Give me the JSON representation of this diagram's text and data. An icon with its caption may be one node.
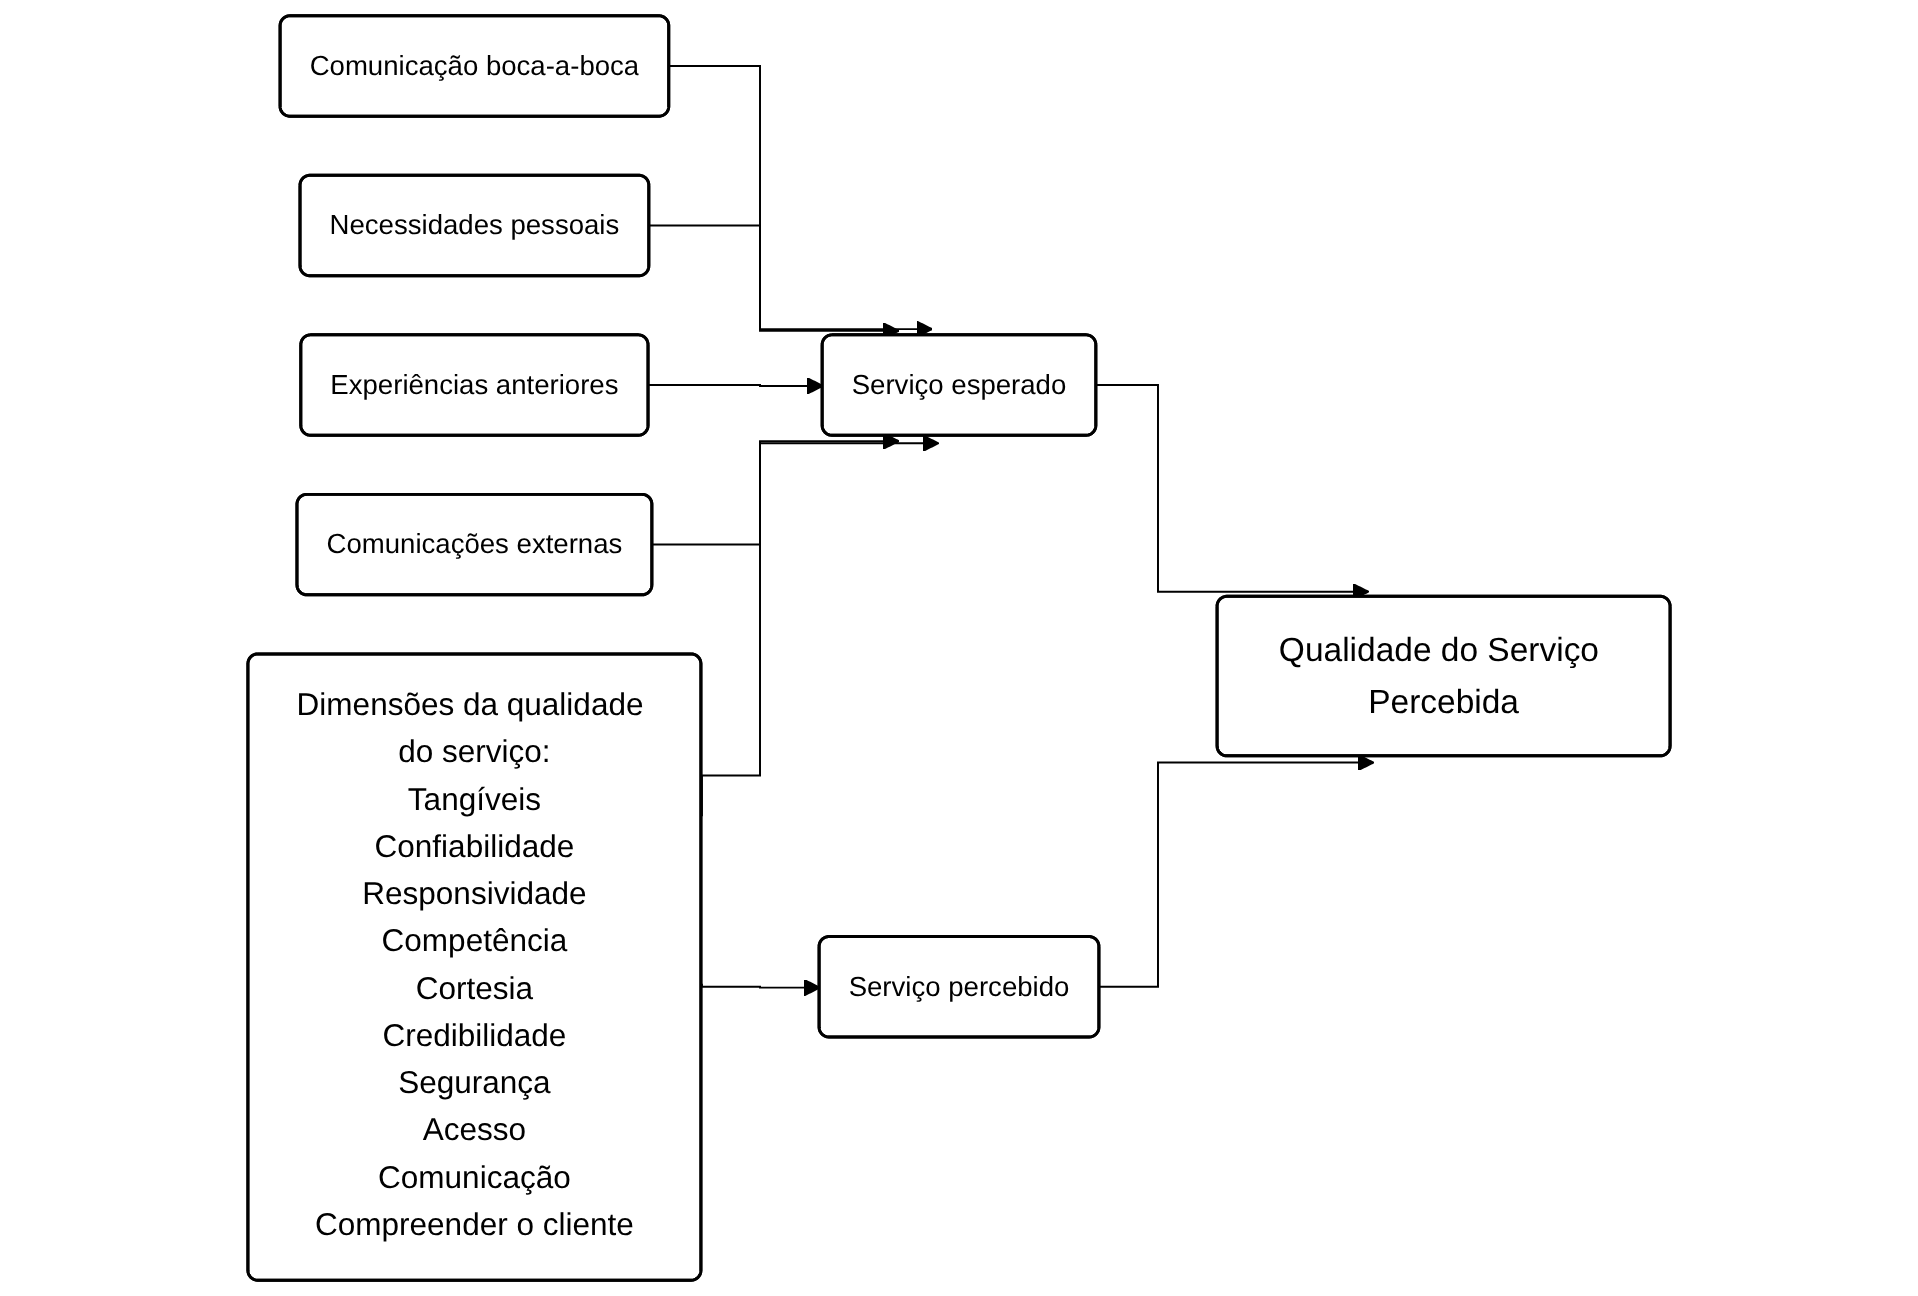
{
  "diagram": {
    "nodes": [
      {
        "text": [
          "Dimensões da qualidade do serviço:",
          "Tangíveis",
          "Confiabilidade",
          "Responsividade",
          "Competência",
          "Cortesia",
          "Credibilidade",
          "Segurança",
          "Acesso",
          "Comunicação",
          "Compreender o cliente"
        ]
      },
      {
        "text": [
          "Comunicação boca-a-boca"
        ]
      },
      {
        "text": [
          "Necessidades pessoais"
        ]
      },
      {
        "text": [
          "Experiências anteriores"
        ]
      },
      {
        "text": [
          "Comunicações externas"
        ]
      },
      {
        "text": [
          "Serviço esperado"
        ]
      },
      {
        "text": [
          "Serviço percebido"
        ]
      },
      {
        "text": [
          "Qualidade do Serviço Percebida"
        ]
      }
    ],
    "edges": [
      {
        "from": 1,
        "to": 5,
        "arrow": "to"
      },
      {
        "from": 2,
        "to": 5,
        "arrow": "to"
      },
      {
        "from": 3,
        "to": 5,
        "arrow": "to"
      },
      {
        "from": 4,
        "to": 5,
        "arrow": "to"
      },
      {
        "from": 0,
        "to": 5,
        "arrow": "to"
      },
      {
        "from": 0,
        "to": 6,
        "arrow": "to"
      },
      {
        "from": 5,
        "to": 7,
        "arrow": "to"
      },
      {
        "from": 6,
        "to": 7,
        "arrow": "to"
      }
    ]
  }
}
